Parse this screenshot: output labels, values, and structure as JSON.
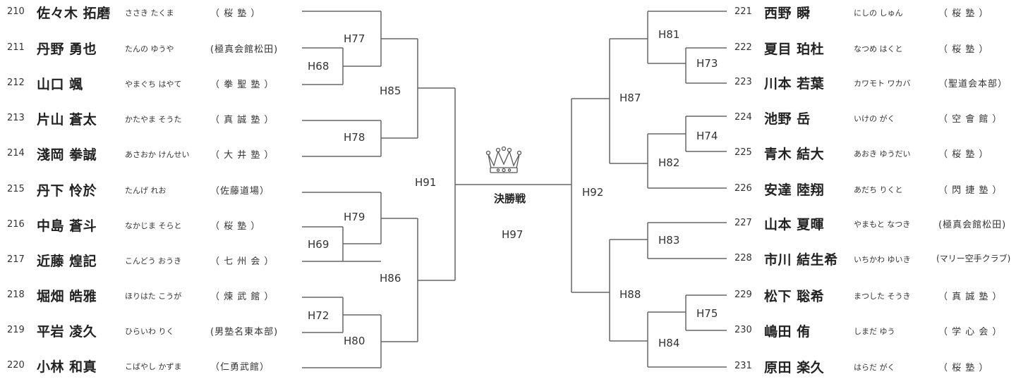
{
  "left_entries": [
    {
      "num": "210",
      "name": "佐々木 拓磨",
      "kana": "ささき たくま",
      "club": "（ 桜 塾 ）"
    },
    {
      "num": "211",
      "name": "丹野 勇也",
      "kana": "たんの ゆうや",
      "club": "(極真会館松田)"
    },
    {
      "num": "212",
      "name": "山口 颯",
      "kana": "やまぐち はやて",
      "club": "（ 拳 聖 塾 ）"
    },
    {
      "num": "213",
      "name": "片山 蒼太",
      "kana": "かたやま そうた",
      "club": "（ 真 誠 塾 ）"
    },
    {
      "num": "214",
      "name": "淺岡 拳誠",
      "kana": "あさおか けんせい",
      "club": "（ 大 井 塾 ）"
    },
    {
      "num": "215",
      "name": "丹下 怜於",
      "kana": "たんげ れお",
      "club": "（佐藤道場）"
    },
    {
      "num": "216",
      "name": "中島 蒼斗",
      "kana": "なかじま そらと",
      "club": "（ 桜 塾 ）"
    },
    {
      "num": "217",
      "name": "近藤 煌記",
      "kana": "こんどう おうき",
      "club": "（ 七 州 会 ）"
    },
    {
      "num": "218",
      "name": "堀畑 皓雅",
      "kana": "ほりはた こうが",
      "club": "（ 煉 武 館 ）"
    },
    {
      "num": "219",
      "name": "平岩 凌久",
      "kana": "ひらいわ りく",
      "club": "(男塾名東本部)"
    },
    {
      "num": "220",
      "name": "小林 和真",
      "kana": "こばやし かずま",
      "club": "（仁勇武館）"
    }
  ],
  "right_entries": [
    {
      "num": "221",
      "name": "西野 瞬",
      "kana": "にしの しゅん",
      "club": "（ 桜 塾 ）"
    },
    {
      "num": "222",
      "name": "夏目 珀杜",
      "kana": "なつめ はくと",
      "club": "（ 桜 塾 ）"
    },
    {
      "num": "223",
      "name": "川本 若葉",
      "kana": "カワモト ワカバ",
      "club": "（聖道会本部）"
    },
    {
      "num": "224",
      "name": "池野 岳",
      "kana": "いけの がく",
      "club": "（ 空 會 館 ）"
    },
    {
      "num": "225",
      "name": "青木 結大",
      "kana": "あおき ゆうだい",
      "club": "（ 桜 塾 ）"
    },
    {
      "num": "226",
      "name": "安達 陸翔",
      "kana": "あだち りくと",
      "club": "（ 閃 捷 塾 ）"
    },
    {
      "num": "227",
      "name": "山本 夏暉",
      "kana": "やまもと なつき",
      "club": "(極真会館松田)"
    },
    {
      "num": "228",
      "name": "市川 結生希",
      "kana": "いちかわ ゆいき",
      "club": "(マリー空手クラブ)"
    },
    {
      "num": "229",
      "name": "松下 聡希",
      "kana": "まつした そうき",
      "club": "（ 真 誠 塾 ）"
    },
    {
      "num": "230",
      "name": "嶋田 侑",
      "kana": "しまだ ゆう",
      "club": "（ 学 心 会 ）"
    },
    {
      "num": "231",
      "name": "原田 楽久",
      "kana": "はらだ がく",
      "club": "（ 桜 塾 ）"
    }
  ],
  "matches": {
    "H68": "H68",
    "H69": "H69",
    "H72": "H72",
    "H77": "H77",
    "H78": "H78",
    "H79": "H79",
    "H80": "H80",
    "H85": "H85",
    "H86": "H86",
    "H91": "H91",
    "H73": "H73",
    "H74": "H74",
    "H75": "H75",
    "H81": "H81",
    "H82": "H82",
    "H83": "H83",
    "H84": "H84",
    "H87": "H87",
    "H88": "H88",
    "H92": "H92",
    "H97": "H97"
  },
  "final_label": "決勝戦",
  "line_color": "#555555",
  "icons": {
    "crown": "crown-icon"
  }
}
